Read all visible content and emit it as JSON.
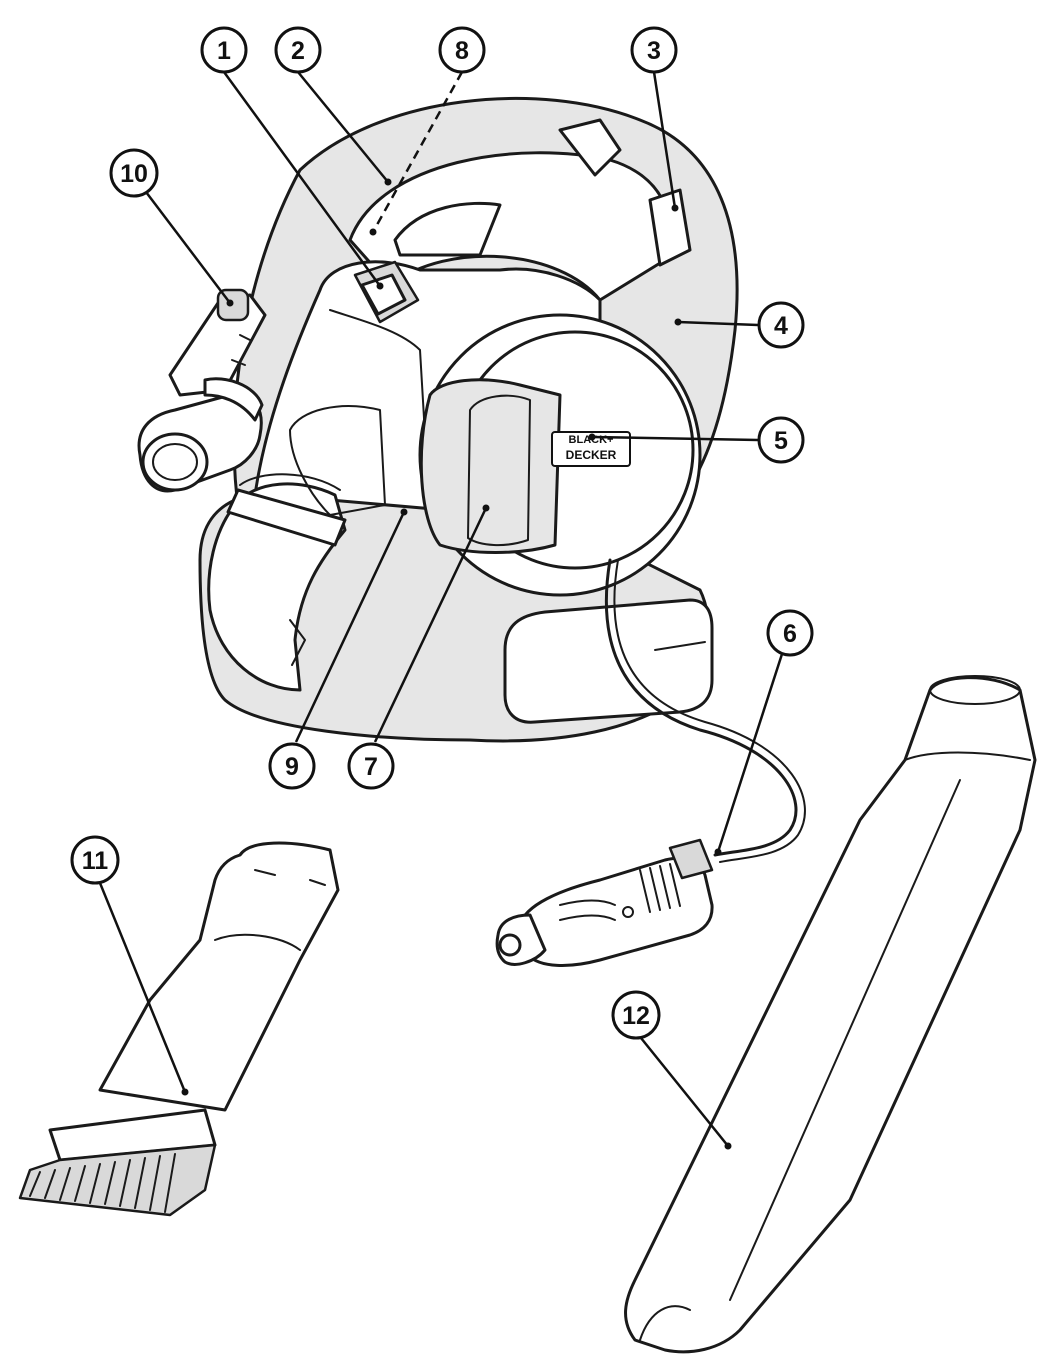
{
  "diagram": {
    "callouts": [
      {
        "id": "c1",
        "label": "1"
      },
      {
        "id": "c2",
        "label": "2"
      },
      {
        "id": "c8",
        "label": "8"
      },
      {
        "id": "c3",
        "label": "3"
      },
      {
        "id": "c10",
        "label": "10"
      },
      {
        "id": "c4",
        "label": "4"
      },
      {
        "id": "c5",
        "label": "5"
      },
      {
        "id": "c6",
        "label": "6"
      },
      {
        "id": "c9",
        "label": "9"
      },
      {
        "id": "c7",
        "label": "7"
      },
      {
        "id": "c11",
        "label": "11"
      },
      {
        "id": "c12",
        "label": "12"
      }
    ],
    "logo": {
      "line1": "BLACK+",
      "line2": "DECKER"
    }
  }
}
